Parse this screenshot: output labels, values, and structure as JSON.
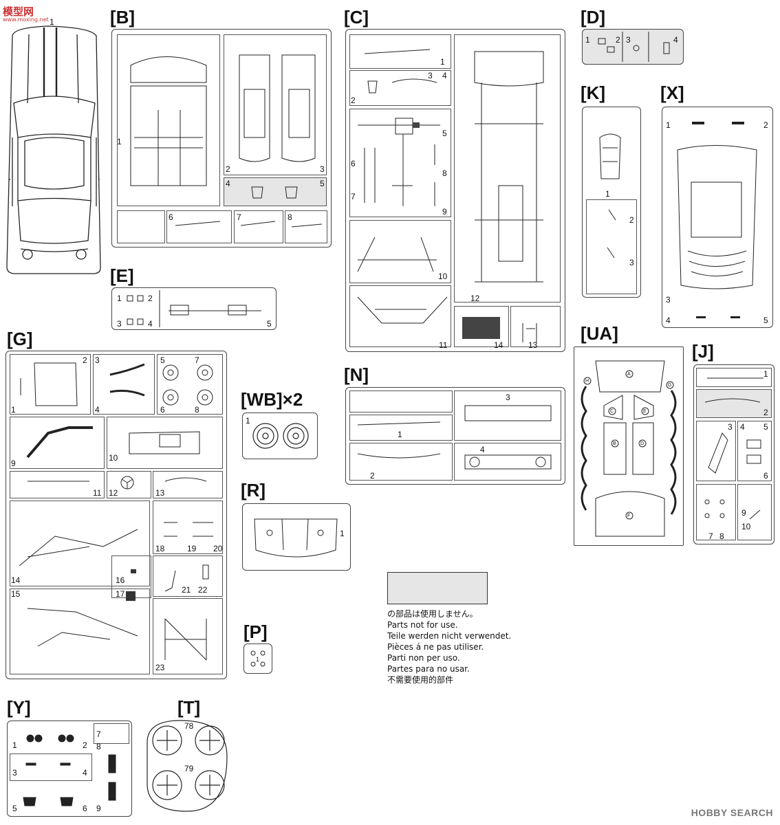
{
  "watermark": {
    "logo": "模型网",
    "url": "www.moxing.net",
    "site": "HOBBY SEARCH"
  },
  "car_part_number": "1",
  "headers": {
    "B": "[B]",
    "C": "[C]",
    "D": "[D]",
    "K": "[K]",
    "X": "[X]",
    "E": "[E]",
    "G": "[G]",
    "WB": "[WB]×2",
    "N": "[N]",
    "UA": "[UA]",
    "J": "[J]",
    "R": "[R]",
    "P": "[P]",
    "Y": "[Y]",
    "T": "[T]"
  },
  "parts": {
    "B": [
      "1",
      "2",
      "3",
      "4",
      "5",
      "6",
      "7",
      "8"
    ],
    "C": [
      "1",
      "2",
      "3",
      "4",
      "5",
      "6",
      "7",
      "8",
      "9",
      "10",
      "11",
      "12",
      "13",
      "14"
    ],
    "D": [
      "1",
      "2",
      "3",
      "4"
    ],
    "K": [
      "1",
      "2",
      "3"
    ],
    "X": [
      "1",
      "2",
      "3",
      "4",
      "5"
    ],
    "E": [
      "1",
      "2",
      "3",
      "4",
      "5"
    ],
    "G": [
      "1",
      "2",
      "3",
      "4",
      "5",
      "6",
      "7",
      "8",
      "9",
      "10",
      "11",
      "12",
      "13",
      "14",
      "15",
      "16",
      "17",
      "18",
      "19",
      "20",
      "21",
      "22",
      "23"
    ],
    "WB": [
      "1"
    ],
    "N": [
      "1",
      "2",
      "3",
      "4"
    ],
    "UA": [
      "A",
      "B",
      "C",
      "D",
      "E",
      "F",
      "G",
      "H"
    ],
    "J": [
      "1",
      "2",
      "3",
      "4",
      "5",
      "6",
      "7",
      "8",
      "9",
      "10"
    ],
    "R": [
      "1"
    ],
    "P": [
      "1"
    ],
    "Y": [
      "1",
      "2",
      "3",
      "4",
      "5",
      "6",
      "7",
      "8",
      "9"
    ],
    "T": [
      "78",
      "79"
    ]
  },
  "legend": {
    "jp": "の部品は使用しません。",
    "en": "Parts not for use.",
    "de": "Teile werden nicht verwendet.",
    "fr": "Pièces á ne pas utiliser.",
    "it": "Parti non per uso.",
    "es": "Partes para no usar.",
    "zh": "不需要使用的部件"
  }
}
